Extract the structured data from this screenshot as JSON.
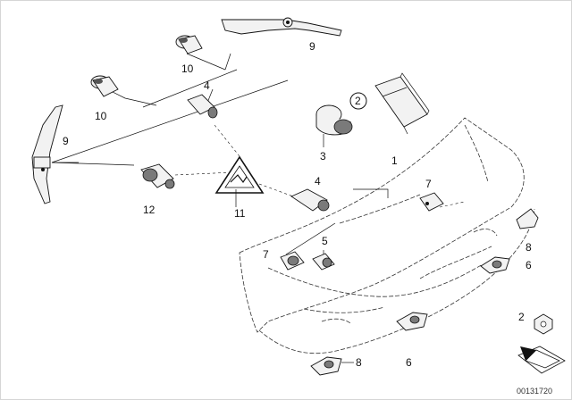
{
  "callouts": [
    "9",
    "10",
    "4",
    "10",
    "9",
    "2",
    "3",
    "1",
    "4",
    "7",
    "12",
    "11",
    "5",
    "7",
    "8",
    "6",
    "2",
    "8",
    "6"
  ],
  "catalog_number": "00131720"
}
